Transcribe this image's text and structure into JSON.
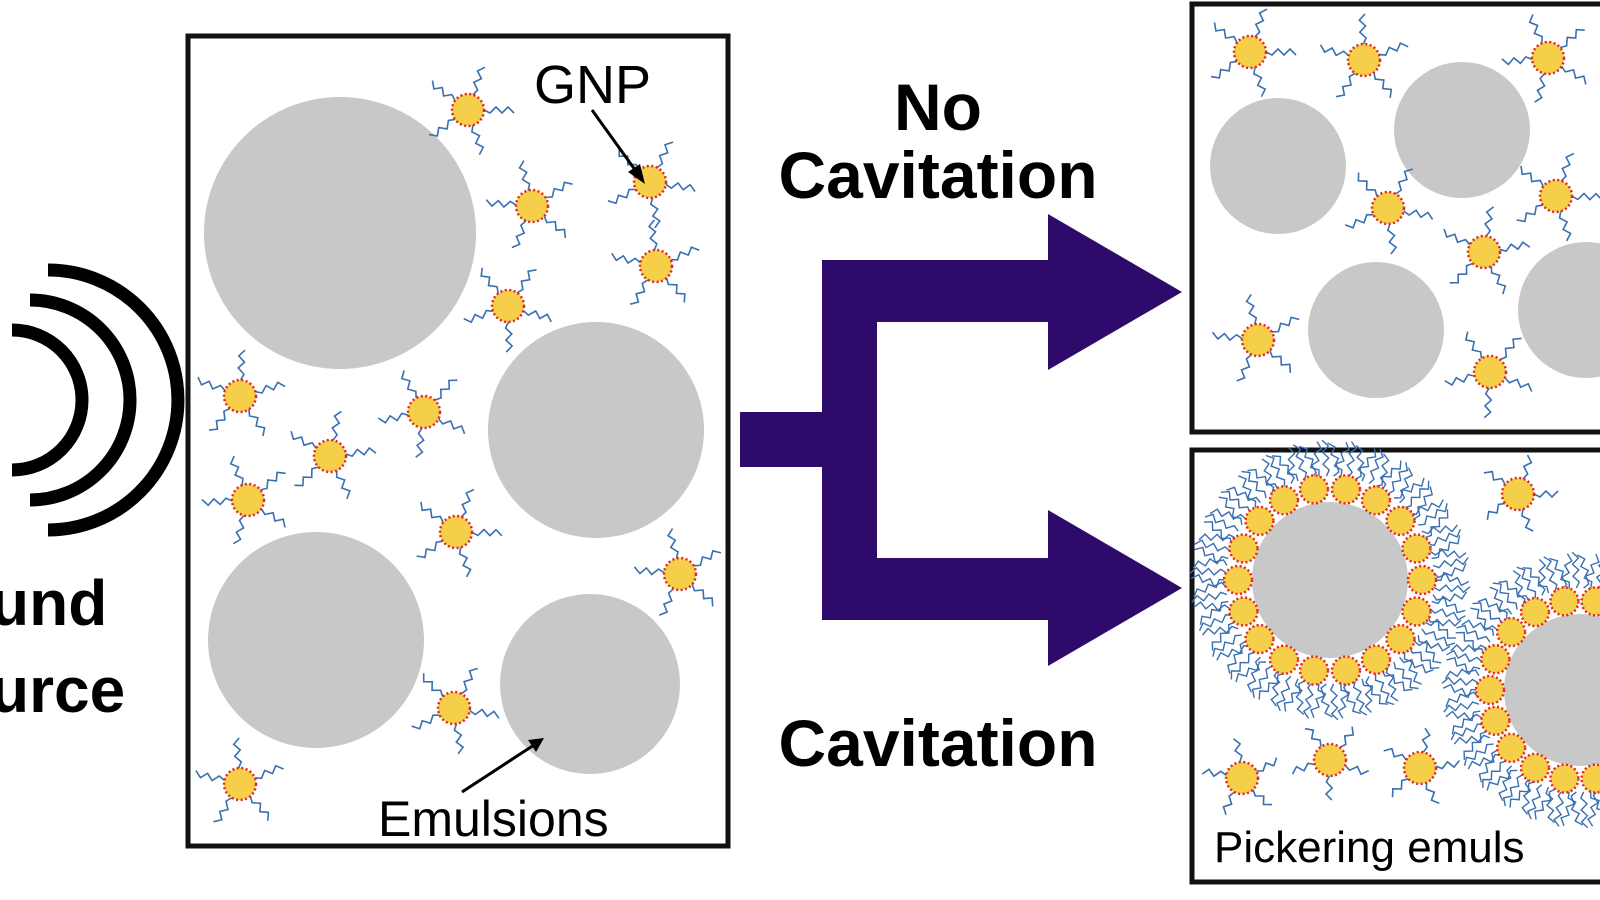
{
  "source": {
    "line1": "und",
    "line2": "urce"
  },
  "left_panel": {
    "gnp_label": "GNP",
    "emulsions_label": "Emulsions"
  },
  "branches": {
    "top_line1": "No",
    "top_line2": "Cavitation",
    "bottom": "Cavitation"
  },
  "right_bottom_panel": {
    "label": "Pickering emuls"
  },
  "colors": {
    "droplet": "#c8c8c8",
    "arrow": "#2e0a6b",
    "particle_core": "#f5cf4a",
    "particle_dots": "#e0262a",
    "ligand": "#3a6fb0",
    "frame": "#111111"
  }
}
